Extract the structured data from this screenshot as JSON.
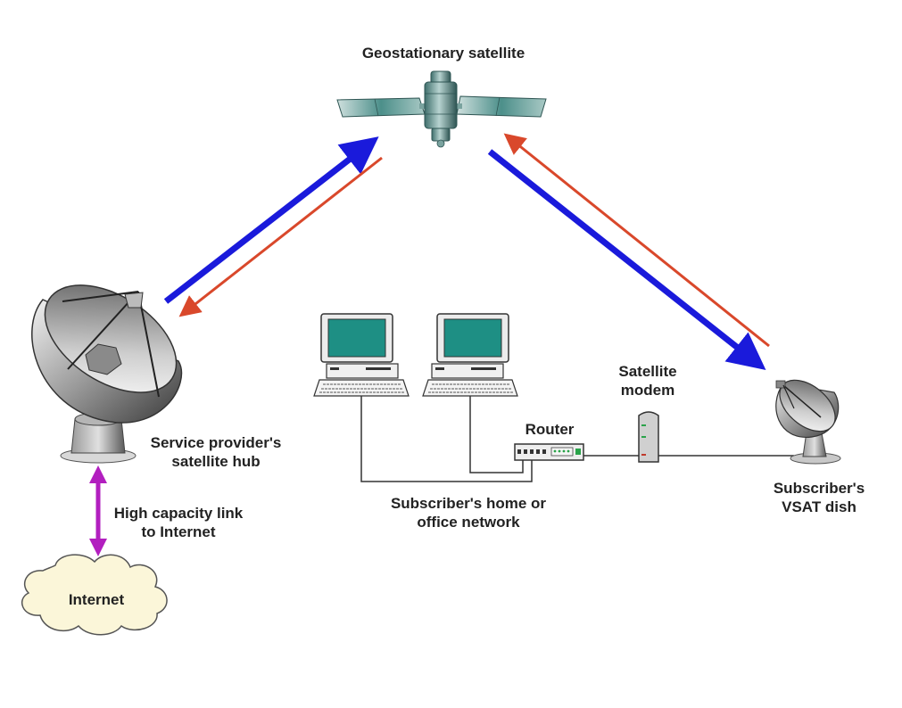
{
  "labels": {
    "satellite": "Geostationary satellite",
    "hub_line1": "Service provider's",
    "hub_line2": "satellite hub",
    "link_line1": "High capacity link",
    "link_line2": "to Internet",
    "internet": "Internet",
    "router": "Router",
    "modem_line1": "Satellite",
    "modem_line2": "modem",
    "network_line1": "Subscriber's home or",
    "network_line2": "office network",
    "vsat_line1": "Subscriber's",
    "vsat_line2": "VSAT dish"
  },
  "colors": {
    "uplink": "#1a1adb",
    "downlink": "#d9482b",
    "internet_link": "#b21fbf",
    "screen": "#1e8f84",
    "panel": "#3d8f8a",
    "cloud": "#fbf6d9"
  },
  "icons": [
    "satellite-icon",
    "hub-dish-icon",
    "vsat-dish-icon",
    "computer-icon",
    "router-icon",
    "modem-icon",
    "cloud-icon"
  ]
}
